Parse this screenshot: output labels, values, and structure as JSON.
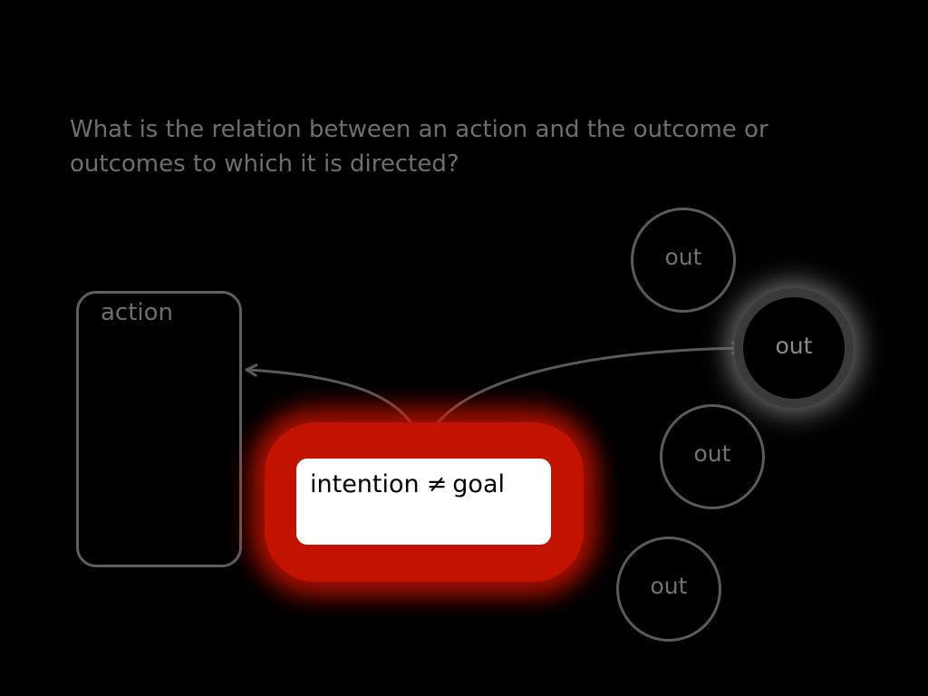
{
  "question": {
    "text": "What is the relation between an action and the outcome or outcomes to which it is directed?"
  },
  "action": {
    "label": "action"
  },
  "intention": {
    "left": "intention",
    "operator": "≠",
    "right": "goal"
  },
  "outcomes": [
    {
      "label": "out",
      "highlighted": false
    },
    {
      "label": "out",
      "highlighted": true
    },
    {
      "label": "out",
      "highlighted": false
    },
    {
      "label": "out",
      "highlighted": false
    }
  ],
  "colors": {
    "background": "#000000",
    "text": "#6f6f6f",
    "glow": "#c11300",
    "arrow": "#5a5a5a",
    "intention_fill": "#ffffff"
  }
}
